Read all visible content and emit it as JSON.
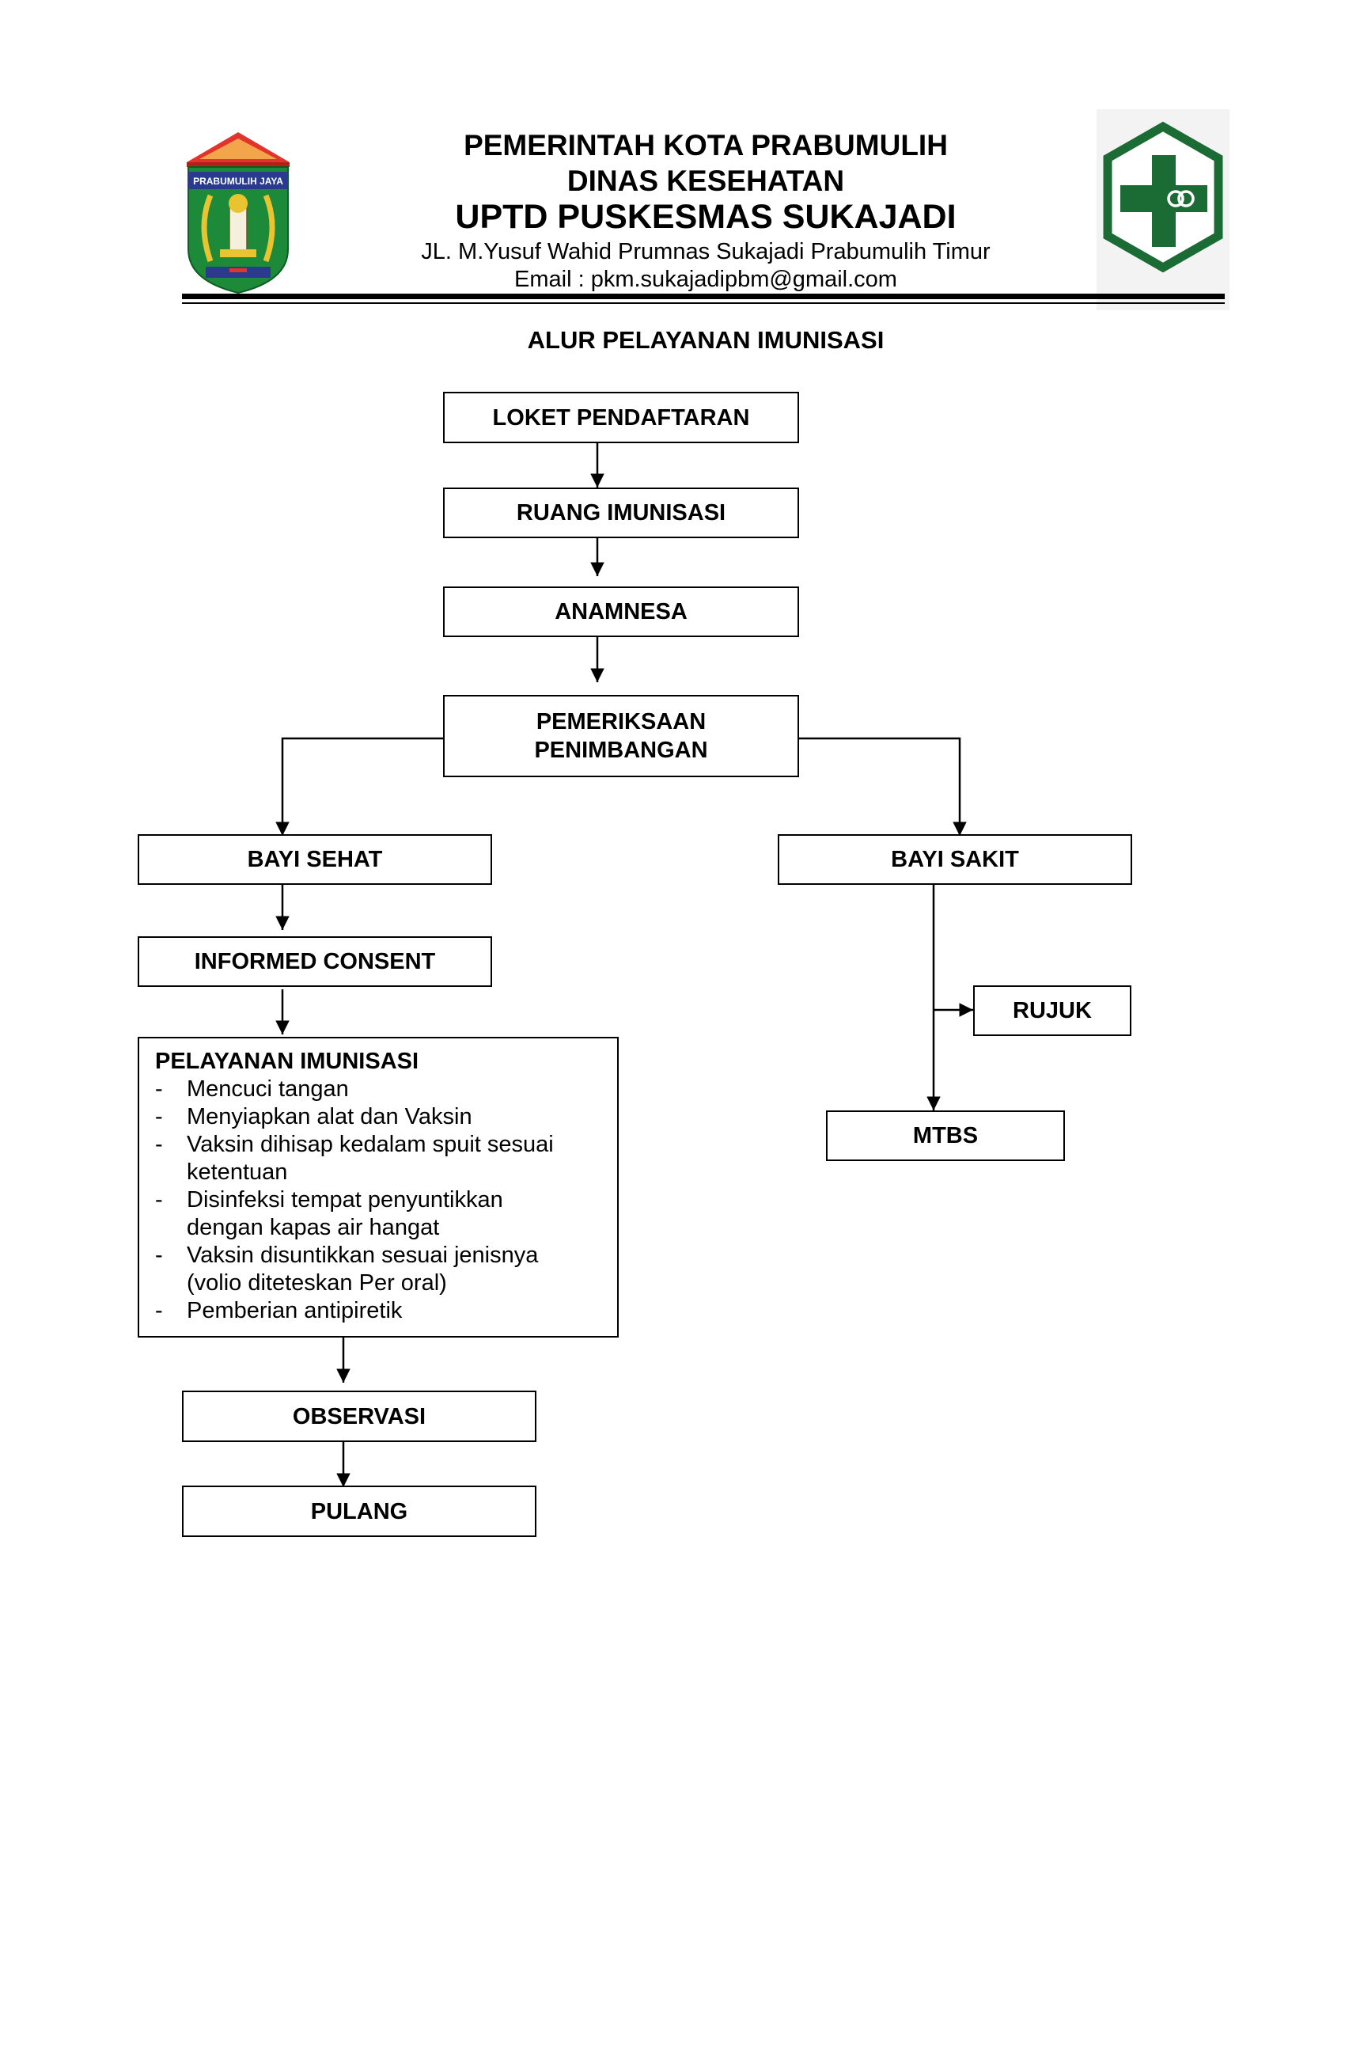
{
  "header": {
    "government": "PEMERINTAH KOTA PRABUMULIH",
    "department": "DINAS KESEHATAN",
    "unit": "UPTD PUSKESMAS SUKAJADI",
    "address": "JL. M.Yusuf Wahid Prumnas Sukajadi Prabumulih Timur",
    "email": "Email : pkm.sukajadipbm@gmail.com",
    "left_logo": {
      "icon": "prabumulih-city-emblem",
      "banner_text": "PRABUMULIH JAYA",
      "colors": {
        "roof": "#e2342b",
        "shield": "#1d8a3a",
        "banner": "#2a3b8f",
        "gold": "#e9c430"
      }
    },
    "right_logo": {
      "icon": "puskesmas-logo",
      "colors": {
        "hexagon": "#1b6b35",
        "cross": "#1b6b35"
      }
    }
  },
  "title": "ALUR PELAYANAN IMUNISASI",
  "flow": {
    "registration": "LOKET PENDAFTARAN",
    "immunization_room": "RUANG IMUNISASI",
    "anamnesis": "ANAMNESA",
    "examination": [
      "PEMERIKSAAN",
      "PENIMBANGAN"
    ],
    "healthy_baby": "BAYI SEHAT",
    "sick_baby": "BAYI SAKIT",
    "informed_consent": "INFORMED CONSENT",
    "refer": "RUJUK",
    "mtbs": "MTBS",
    "service": {
      "title": "PELAYANAN IMUNISASI",
      "steps": [
        [
          "Mencuci tangan"
        ],
        [
          "Menyiapkan alat dan Vaksin"
        ],
        [
          "Vaksin dihisap kedalam spuit sesuai",
          "ketentuan"
        ],
        [
          "Disinfeksi tempat penyuntikkan",
          "dengan kapas air hangat"
        ],
        [
          "Vaksin disuntikkan sesuai jenisnya",
          "(volio diteteskan Per oral)"
        ],
        [
          "Pemberian antipiretik"
        ]
      ]
    },
    "observation": "OBSERVASI",
    "go_home": "PULANG"
  }
}
